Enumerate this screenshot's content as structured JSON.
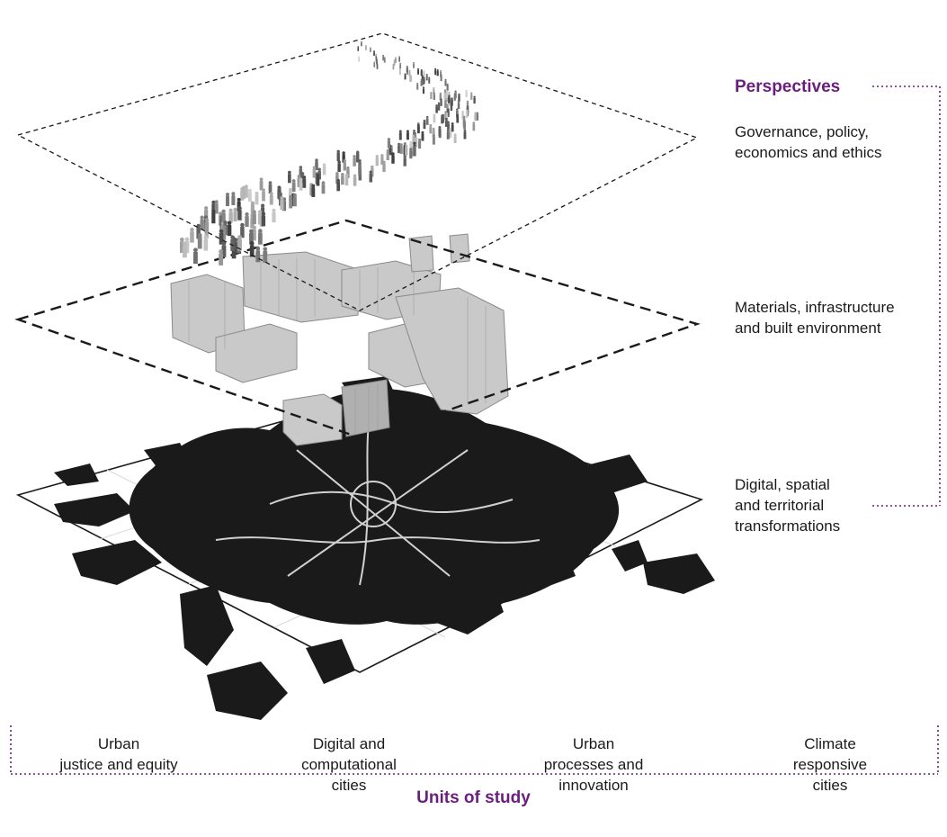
{
  "colors": {
    "accent": "#6b1f7c",
    "text": "#1a1a1a",
    "map": "#1a1a1a",
    "building": "#c9c9c9"
  },
  "perspectives": {
    "title": "Perspectives",
    "items": [
      {
        "label": "Governance, policy,\neconomics and ethics"
      },
      {
        "label": "Materials, infrastructure\nand built environment"
      },
      {
        "label": "Digital, spatial\nand territorial\ntransformations"
      }
    ]
  },
  "units": {
    "title": "Units of study",
    "items": [
      {
        "label": "Urban\njustice and equity"
      },
      {
        "label": "Digital and\ncomputational\ncities"
      },
      {
        "label": "Urban\nprocesses and\ninnovation"
      },
      {
        "label": "Climate\nresponsive\ncities"
      }
    ]
  }
}
